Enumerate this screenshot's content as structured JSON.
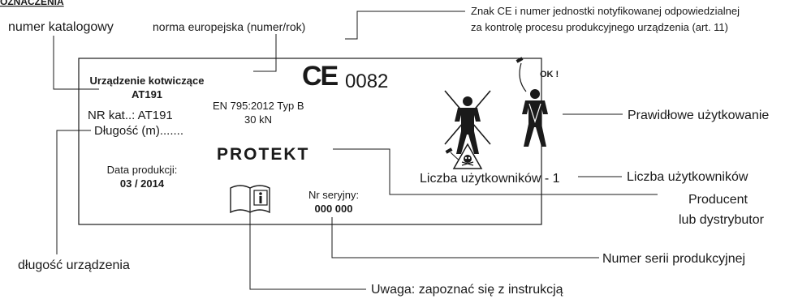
{
  "header": {
    "title": "OZNACZENIA"
  },
  "callouts": {
    "catalog_number": "numer katalogowy",
    "european_norm": "norma europejska (numer/rok)",
    "ce_note_line1": "Znak CE i numer jednostki notyfikowanej odpowiedzialnej",
    "ce_note_line2": "za kontrolę procesu produkcyjnego urządzenia (art. 11)",
    "correct_use": "Prawidłowe użytkowanie",
    "users_count": "Liczba użytkowników",
    "producer_line1": "Producent",
    "producer_line2": "lub dystrybutor",
    "device_length": "długość urządzenia",
    "serial_series": "Numer serii produkcyjnej",
    "read_instructions": "Uwaga: zapoznać się z instrukcją"
  },
  "label": {
    "device_name": "Urządzenie kotwiczące",
    "model": "AT191",
    "catalog_line": "NR kat..: AT191",
    "length_line": "Długość (m).......",
    "norm_line": "EN 795:2012 Typ B",
    "force": "30 kN",
    "ce_mark": "CE",
    "notified_body": "0082",
    "ok_tag": "OK !",
    "brand": "PROTEKT",
    "users_line": "Liczba użytkowników - 1",
    "production_date_label": "Data produkcji:",
    "production_date": "03 / 2014",
    "serial_label": "Nr seryjny:",
    "serial_value": "000 000"
  },
  "icons": {
    "instruction": "book-info-icon",
    "wrong_use": "crossed-figure-icon",
    "right_use": "harness-figure-icon",
    "danger": "skull-warning-icon"
  }
}
